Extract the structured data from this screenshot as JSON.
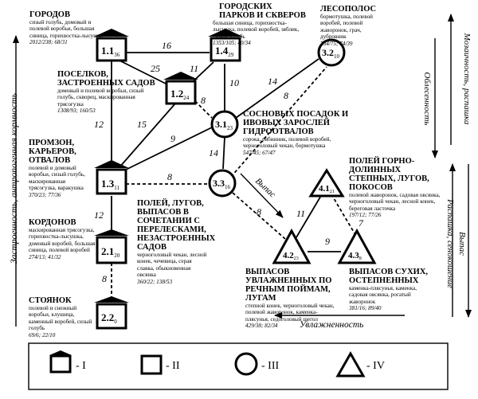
{
  "axes": {
    "left": "Застроенность, антропогенная кормность",
    "right_top": "Мозаичность, распашка",
    "right_mid": "Облесенность",
    "right_lower_outer": "Выпас",
    "right_lower_inner": "Распашка, сенокошение",
    "bottom": "Увлажненность",
    "vypas_arrow": "Выпас"
  },
  "nodes": [
    {
      "id": "1.1",
      "sub": "36",
      "shape": "house",
      "title": "ГОРОДОВ",
      "species": "сизый голубь, домовый и полевой воробьи, большая синица, горихвостка-лысушка",
      "stats": "2012/238; 68/31"
    },
    {
      "id": "1.2",
      "sub": "24",
      "shape": "house",
      "title": "ПОСЕЛКОВ, ЗАСТРОЕННЫХ САДОВ",
      "species": "домовый и полевой воробьи, сизый голубь, скворец, маскированная трясогузка",
      "stats": "1308/93; 160/53"
    },
    {
      "id": "1.3",
      "sub": "11",
      "shape": "house",
      "title": "ПРОМЗОН, КАРЬЕРОВ, ОТВАЛОВ",
      "species": "полевой и домовый воробьи, сизый голубь, маскированная трясогузка, варакушка",
      "stats": "370/23; 77/36"
    },
    {
      "id": "1.4",
      "sub": "29",
      "shape": "house",
      "title": "ГОРОДСКИХ ПАРКОВ И СКВЕРОВ",
      "species": "большая синица, горихвостка-лысушка, полевой воробей, зяблик, сизый голубь",
      "stats": "1353/105; 40/34"
    },
    {
      "id": "2.1",
      "sub": "20",
      "shape": "square",
      "title": "КОРДОНОВ",
      "species": "маскированная трясогузка, горихвостка-лысушка, домовый воробей, большая синица, полевой воробей",
      "stats": "274/13; 41/32"
    },
    {
      "id": "2.2",
      "sub": "0",
      "shape": "square",
      "title": "СТОЯНОК",
      "species": "полевой и снежный воробьи, клушица, каменный воробей, сизый голубь",
      "stats": "69/6; 22/10"
    },
    {
      "id": "3.1",
      "sub": "23",
      "shape": "circle",
      "title": "СОСНОВЫХ ПОСАДОК И ИВОВЫХ ЗАРОСЛЕЙ ГИДРООТВАЛОВ",
      "species": "сорока, рябинник, полевой воробей, черноголовый чекан, бормотушка",
      "stats": "547/45; 67/47"
    },
    {
      "id": "3.2",
      "sub": "10",
      "shape": "circle",
      "title": "ЛЕСОПОЛОС",
      "species": "бормотушка, полевой воробей, полевой жаворонок, грач, дубровник",
      "stats": "734/75; 74/39"
    },
    {
      "id": "3.3",
      "sub": "16",
      "shape": "circle",
      "title": "ПОЛЕЙ, ЛУГОВ, ВЫПАСОВ В СОЧЕТАНИИ С ПЕРЕЛЕСКАМИ, НЕЗАСТРОЕННЫХ САДОВ",
      "species": "черноголовый чекан, лесной конек, чечевица, серая славка, обыкновенная овсянка",
      "stats": "360/22; 138/53"
    },
    {
      "id": "4.1",
      "sub": "21",
      "shape": "triangle",
      "title": "ПОЛЕЙ ГОРНО-ДОЛИННЫХ СТЕПНЫХ, ЛУГОВ, ПОКОСОВ",
      "species": "полевой жаворонок, садовая овсянка, черноголовый чекан, лесной конек, береговая ласточка",
      "stats": "197/12; 77/26"
    },
    {
      "id": "4.2",
      "sub": "23",
      "shape": "triangle",
      "title": "ВЫПАСОВ УВЛАЖНЕННЫХ ПО РЕЧНЫМ ПОЙМАМ, ЛУГАМ",
      "species": "степной конек, черноголовый чекан, полевой жаворонок, каменка-плясунья, седоголовый щегол",
      "stats": "429/38; 82/34"
    },
    {
      "id": "4.3",
      "sub": "8",
      "shape": "triangle",
      "title": "ВЫПАСОВ СУХИХ, ОСТЕПНЕННЫХ",
      "species": "каменка-плясунья, каменка, садовая овсянка, рогатый жаворонок",
      "stats": "381/16; 89/40"
    }
  ],
  "edges": [
    {
      "from": "1.1",
      "to": "1.4",
      "weight": "16",
      "style": "solid"
    },
    {
      "from": "1.1",
      "to": "1.2",
      "weight": "25",
      "style": "solid"
    },
    {
      "from": "1.4",
      "to": "1.2",
      "weight": "11",
      "style": "solid"
    },
    {
      "from": "1.1",
      "to": "1.3",
      "weight": "12",
      "style": "solid"
    },
    {
      "from": "1.2",
      "to": "1.3",
      "weight": "15",
      "style": "solid"
    },
    {
      "from": "1.4",
      "to": "3.1",
      "weight": "10",
      "style": "solid"
    },
    {
      "from": "1.2",
      "to": "3.1",
      "weight": "8",
      "style": "dashed"
    },
    {
      "from": "3.1",
      "to": "3.2",
      "weight": "14",
      "style": "solid"
    },
    {
      "from": "3.3",
      "to": "3.2",
      "weight": "8",
      "style": "dashed"
    },
    {
      "from": "1.3",
      "to": "3.1",
      "weight": "9",
      "style": "solid"
    },
    {
      "from": "3.1",
      "to": "3.3",
      "weight": "14",
      "style": "solid"
    },
    {
      "from": "1.3",
      "to": "3.3",
      "weight": "8",
      "style": "dashed"
    },
    {
      "from": "1.3",
      "to": "2.1",
      "weight": "12",
      "style": "solid"
    },
    {
      "from": "2.1",
      "to": "2.2",
      "weight": "8",
      "style": "dashed"
    },
    {
      "from": "3.3",
      "to": "4.2",
      "weight": "8",
      "style": "dashed"
    },
    {
      "from": "4.1",
      "to": "4.2",
      "weight": "11",
      "style": "solid"
    },
    {
      "from": "4.1",
      "to": "4.3",
      "weight": "7",
      "style": "dashed"
    },
    {
      "from": "4.2",
      "to": "4.3",
      "weight": "9",
      "style": "solid"
    }
  ],
  "legend": [
    {
      "shape": "house",
      "label": "- I"
    },
    {
      "shape": "square",
      "label": "- II"
    },
    {
      "shape": "circle",
      "label": "- III"
    },
    {
      "shape": "triangle",
      "label": "- IV"
    }
  ]
}
